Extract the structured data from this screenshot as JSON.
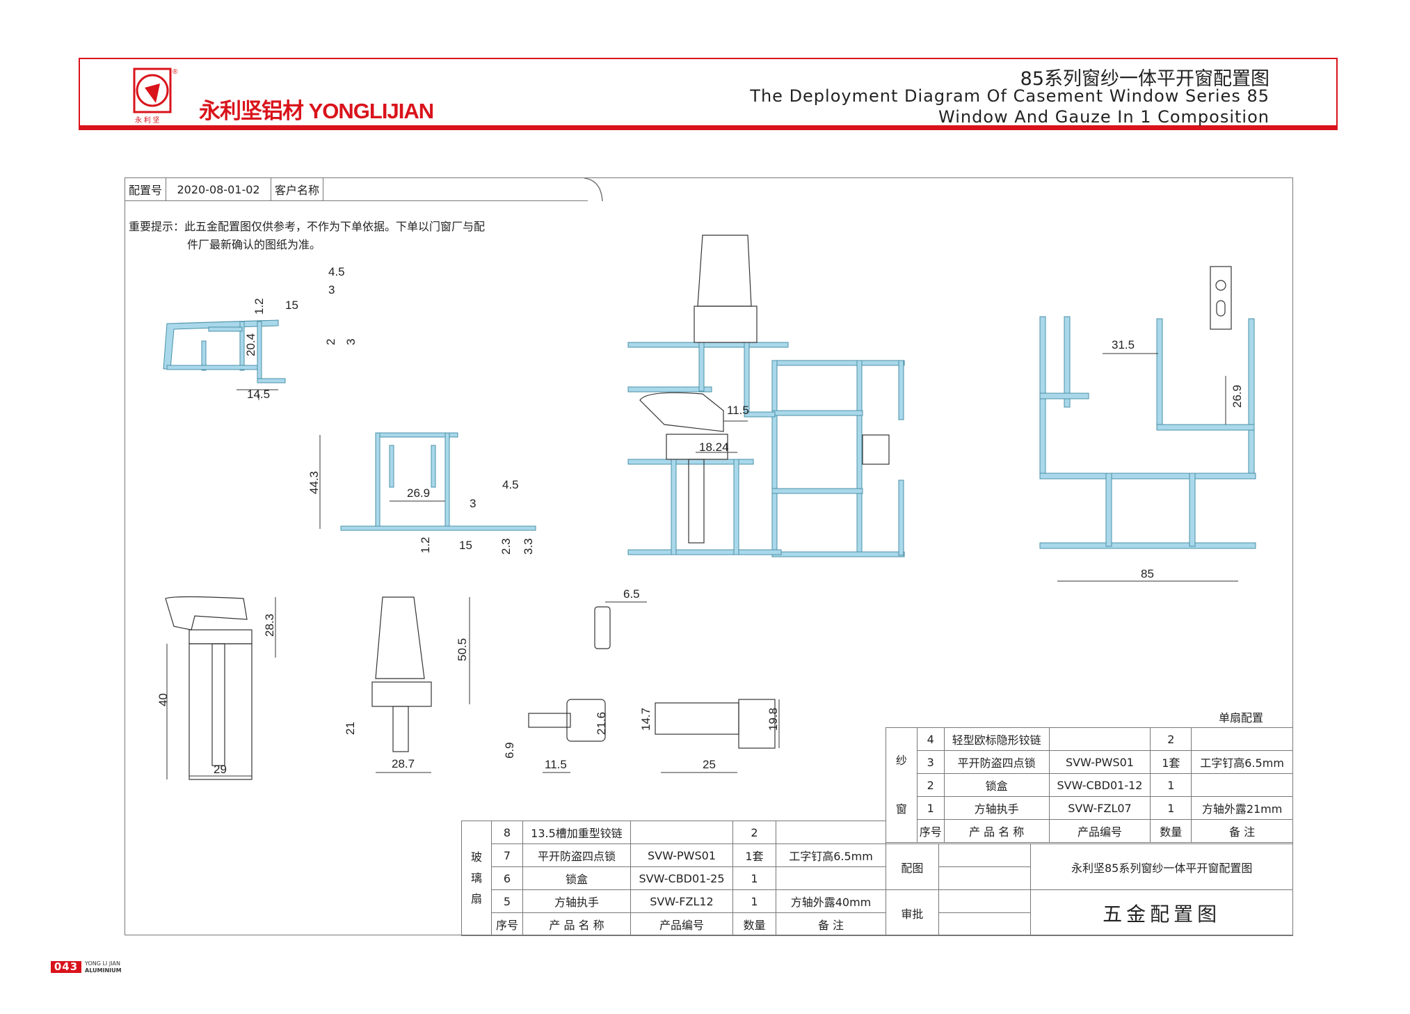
{
  "header": {
    "brand_cn": "永利坚铝材",
    "brand_en": "YONGLIJIAN",
    "logo_caption": "永 利 坚",
    "title_cn": "85系列窗纱一体平开窗配置图",
    "title_en_line1": "The Deployment Diagram Of Casement Window Series 85",
    "title_en_line2": "Window And Gauze In 1 Composition"
  },
  "info": {
    "config_no_label": "配置号",
    "config_no": "2020-08-01-02",
    "customer_label": "客户名称",
    "customer": ""
  },
  "notice": {
    "line1": "重要提示：此五金配置图仅供参考，不作为下单依据。下单以门窗厂与配",
    "line2": "件厂最新确认的图纸为准。"
  },
  "dimensions": {
    "p1": [
      "4.5",
      "3",
      "15",
      "1.2",
      "20.4",
      "2",
      "3",
      "14.5"
    ],
    "p2": [
      "44.3",
      "26.9",
      "4.5",
      "3",
      "1.2",
      "15",
      "2.3",
      "3.3"
    ],
    "center": [
      "11.5",
      "18.24"
    ],
    "right": [
      "31.5",
      "26.9",
      "85"
    ],
    "handle1": [
      "28.3",
      "40",
      "29"
    ],
    "handle2": [
      "50.5",
      "21",
      "28.7"
    ],
    "keeper": [
      "6.5"
    ],
    "lockbox1": [
      "6.9",
      "11.5",
      "21.6"
    ],
    "lockbox2": [
      "14.7",
      "25",
      "19.8"
    ]
  },
  "gauze_table": {
    "caption": "单扇配置",
    "group_label_top": "纱",
    "group_label_bottom": "窗",
    "rows": [
      {
        "no": "4",
        "name": "轻型欧标隐形铰链",
        "code": "",
        "qty": "2",
        "note": ""
      },
      {
        "no": "3",
        "name": "平开防盗四点锁",
        "code": "SVW-PWS01",
        "qty": "1套",
        "note": "工字钉高6.5mm"
      },
      {
        "no": "2",
        "name": "锁盒",
        "code": "SVW-CBD01-12",
        "qty": "1",
        "note": ""
      },
      {
        "no": "1",
        "name": "方轴执手",
        "code": "SVW-FZL07",
        "qty": "1",
        "note": "方轴外露21mm"
      }
    ],
    "headers": {
      "no": "序号",
      "name": "产 品 名 称",
      "code": "产品编号",
      "qty": "数量",
      "note": "备  注"
    }
  },
  "glass_table": {
    "group_label": [
      "玻",
      "璃",
      "扇"
    ],
    "rows": [
      {
        "no": "8",
        "name": "13.5槽加重型铰链",
        "code": "",
        "qty": "2",
        "note": ""
      },
      {
        "no": "7",
        "name": "平开防盗四点锁",
        "code": "SVW-PWS01",
        "qty": "1套",
        "note": "工字钉高6.5mm"
      },
      {
        "no": "6",
        "name": "锁盒",
        "code": "SVW-CBD01-25",
        "qty": "1",
        "note": ""
      },
      {
        "no": "5",
        "name": "方轴执手",
        "code": "SVW-FZL12",
        "qty": "1",
        "note": "方轴外露40mm"
      }
    ],
    "headers": {
      "no": "序号",
      "name": "产 品 名 称",
      "code": "产品编号",
      "qty": "数量",
      "note": "备  注"
    }
  },
  "title_block": {
    "drawing_label": "配图",
    "approval_label": "审批",
    "drawing_name": "永利坚85系列窗纱一体平开窗配置图",
    "drawing_type": "五金配置图"
  },
  "footer": {
    "page_no": "043",
    "brand_line1": "YONG LI JIAN",
    "brand_line2": "ALUMINIUM"
  },
  "colors": {
    "brand_red": "#d9131b",
    "profile_blue": "#a9d8ea"
  }
}
